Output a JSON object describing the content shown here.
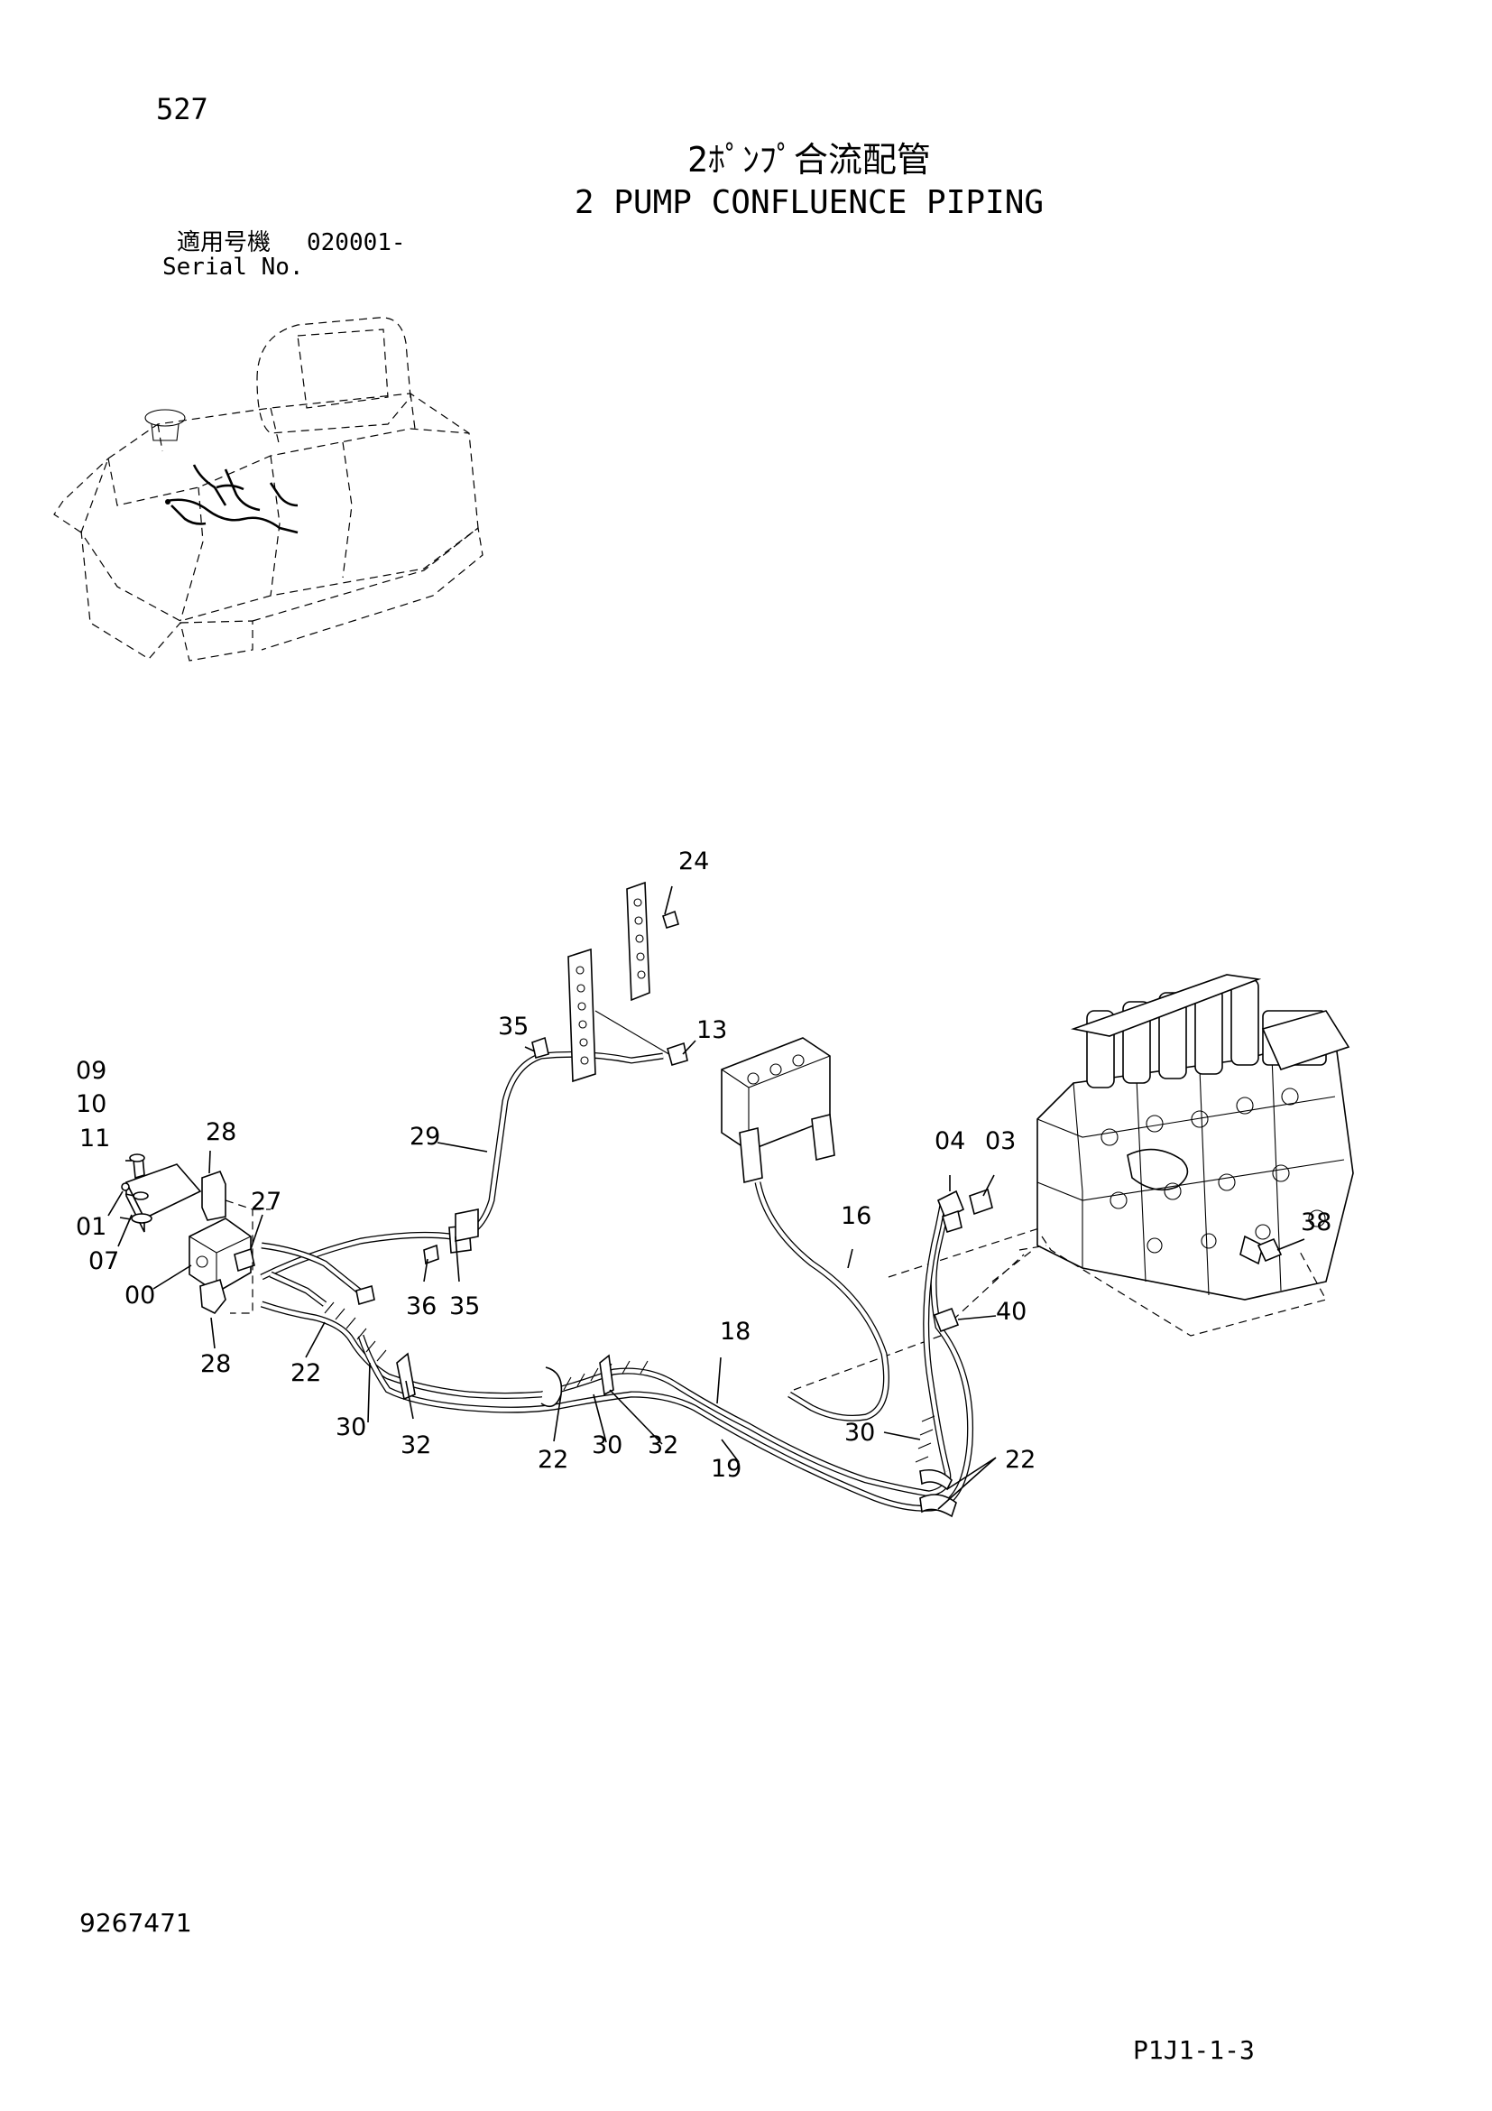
{
  "page_number": "527",
  "title_jp": "2ﾎﾟﾝﾌﾟ合流配管",
  "title_en": "2 PUMP CONFLUENCE PIPING",
  "serial": {
    "label_jp": "適用号機",
    "value": "020001-",
    "label_en": "Serial No."
  },
  "document_code": "9267471",
  "page_reference": "P1J1-1-3",
  "callouts": {
    "c24": "24",
    "c13": "13",
    "c35a": "35",
    "c09": "09",
    "c10": "10",
    "c11": "11",
    "c28a": "28",
    "c29": "29",
    "c27": "27",
    "c01": "01",
    "c07": "07",
    "c00": "00",
    "c28b": "28",
    "c36": "36",
    "c35b": "35",
    "c22a": "22",
    "c30a": "30",
    "c32a": "32",
    "c22b": "22",
    "c30b": "30",
    "c32b": "32",
    "c18": "18",
    "c19": "19",
    "c16": "16",
    "c04": "04",
    "c03": "03",
    "c38": "38",
    "c40": "40",
    "c30c": "30",
    "c22c": "22"
  }
}
